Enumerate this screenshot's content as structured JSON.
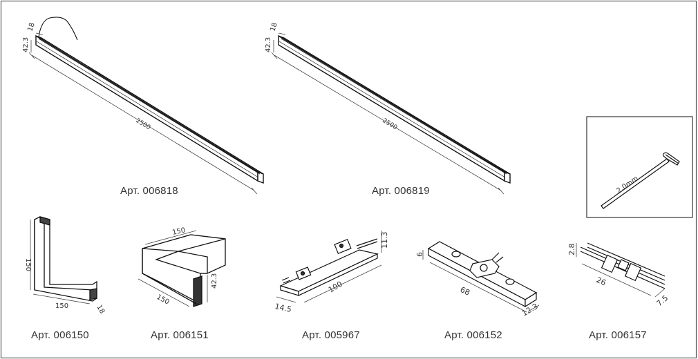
{
  "products": {
    "profile_wired": {
      "article": "Арт. 006818",
      "length": "2500",
      "height": "42.3",
      "width": "18"
    },
    "profile_plain": {
      "article": "Арт. 006819",
      "length": "2500",
      "height": "42.3",
      "width": "18"
    },
    "corner_flat": {
      "article": "Арт. 006150",
      "side_a": "150",
      "side_b": "150",
      "depth": "18"
    },
    "corner_upright": {
      "article": "Арт. 006151",
      "side_a": "150",
      "side_b": "150",
      "height": "42.3"
    },
    "power_connector": {
      "article": "Арт. 005967",
      "length": "100",
      "height": "11.3",
      "width": "14.5"
    },
    "mount_bracket": {
      "article": "Арт. 006152",
      "length": "68",
      "height": "6",
      "width": "12.3"
    },
    "pin_connector": {
      "article": "Арт. 006157",
      "length": "26",
      "height": "2.8",
      "width": "7.5"
    }
  },
  "hex_key": {
    "size": "2.0mm"
  }
}
